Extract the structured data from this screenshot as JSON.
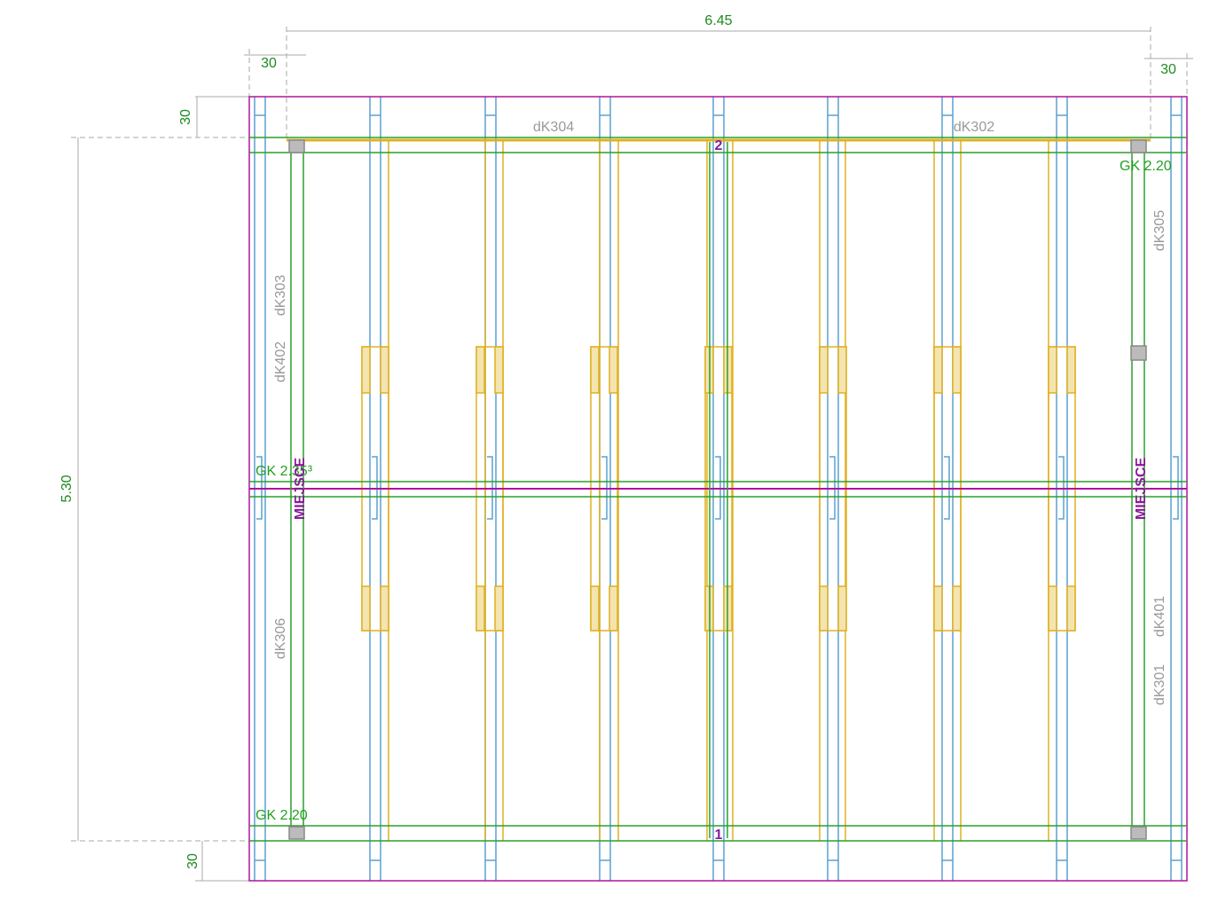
{
  "dimensions": {
    "width_total": "6.45",
    "left_margin": "30",
    "right_margin": "30",
    "top_margin": "30",
    "bottom_margin": "30",
    "height_total": "5.30"
  },
  "labels": {
    "top_left": "dK304",
    "top_right": "dK302",
    "left_upper": "dK303",
    "left_mid": "dK402",
    "left_lower": "dK306",
    "right_upper": "dK305",
    "right_mid": "dK401",
    "right_lower": "dK301",
    "gk_top_right": "GK 2.20",
    "gk_mid_left": "GK 2.35³",
    "gk_bottom_left": "GK 2.20",
    "place_left": "MIEJSCE",
    "place_right": "MIEJSCE",
    "marker_top": "2",
    "marker_bottom": "1"
  },
  "colors": {
    "frame": "#b0139a",
    "beam": "#2aa02a",
    "column": "#5aa0d0",
    "board": "#e0b020",
    "dimension": "#999999"
  }
}
